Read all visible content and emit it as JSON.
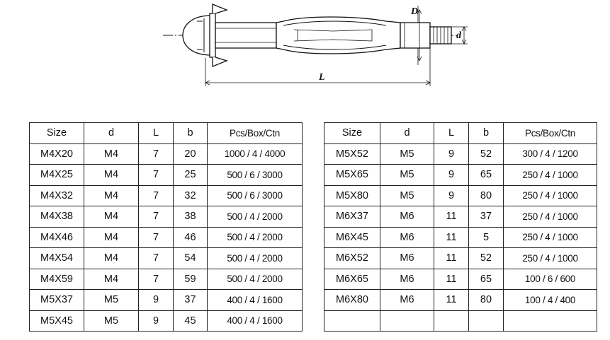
{
  "drawing": {
    "label_D": "D",
    "label_d": "d",
    "label_L": "L"
  },
  "left_table": {
    "headers": [
      "Size",
      "d",
      "L",
      "b",
      "Pcs/Box/Ctn"
    ],
    "rows": [
      [
        "M4X20",
        "M4",
        "7",
        "20",
        "1000 / 4 / 4000"
      ],
      [
        "M4X25",
        "M4",
        "7",
        "25",
        "500 / 6 / 3000"
      ],
      [
        "M4X32",
        "M4",
        "7",
        "32",
        "500 / 6 / 3000"
      ],
      [
        "M4X38",
        "M4",
        "7",
        "38",
        "500 / 4 / 2000"
      ],
      [
        "M4X46",
        "M4",
        "7",
        "46",
        "500 / 4 / 2000"
      ],
      [
        "M4X54",
        "M4",
        "7",
        "54",
        "500 / 4 / 2000"
      ],
      [
        "M4X59",
        "M4",
        "7",
        "59",
        "500 / 4 / 2000"
      ],
      [
        "M5X37",
        "M5",
        "9",
        "37",
        "400 / 4 / 1600"
      ],
      [
        "M5X45",
        "M5",
        "9",
        "45",
        "400 / 4 / 1600"
      ]
    ]
  },
  "right_table": {
    "headers": [
      "Size",
      "d",
      "L",
      "b",
      "Pcs/Box/Ctn"
    ],
    "rows": [
      [
        "M5X52",
        "M5",
        "9",
        "52",
        "300 / 4 / 1200"
      ],
      [
        "M5X65",
        "M5",
        "9",
        "65",
        "250 / 4 / 1000"
      ],
      [
        "M5X80",
        "M5",
        "9",
        "80",
        "250 / 4 / 1000"
      ],
      [
        "M6X37",
        "M6",
        "11",
        "37",
        "250 / 4 / 1000"
      ],
      [
        "M6X45",
        "M6",
        "11",
        "5",
        "250 / 4 / 1000"
      ],
      [
        "M6X52",
        "M6",
        "11",
        "52",
        "250 / 4 / 1000"
      ],
      [
        "M6X65",
        "M6",
        "11",
        "65",
        "100 / 6 / 600"
      ],
      [
        "M6X80",
        "M6",
        "11",
        "80",
        "100 / 4 / 400"
      ],
      [
        "",
        "",
        "",
        "",
        ""
      ]
    ]
  }
}
